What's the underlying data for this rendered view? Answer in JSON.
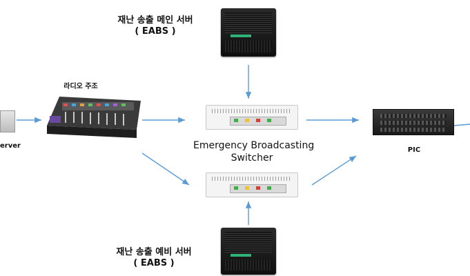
{
  "labels": {
    "main_server": [
      "재난 송출 메인 서버",
      "( EABS )"
    ],
    "backup_server": [
      "재난 송출 예비 서버",
      "( EABS )"
    ],
    "radio_console": "라디오 주조",
    "switcher": [
      "Emergency Broadcasting",
      "Switcher"
    ],
    "pic": "PIC",
    "left_device_partial": "erver"
  },
  "colors": {
    "arrow": "#5b9bd5",
    "led_green": "#3cb043",
    "led_red": "#e03c31",
    "led_yellow": "#f2c12e",
    "server_stripe": "#2fb37a"
  }
}
